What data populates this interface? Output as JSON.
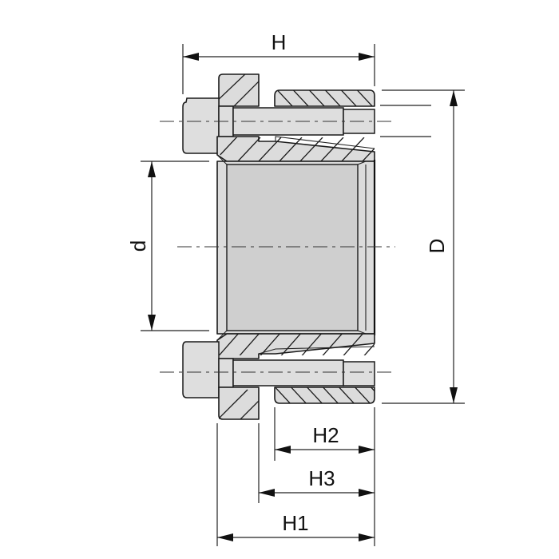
{
  "drawing": {
    "subject": "locking assembly cross-section",
    "colors": {
      "part_fill": "#dcdcdc",
      "bore_fill": "#cfcfcf",
      "line": "#1a1a1a",
      "background": "#ffffff"
    }
  },
  "dimensions": {
    "H": "H",
    "d": "d",
    "D": "D",
    "H1": "H1",
    "H2": "H2",
    "H3": "H3"
  }
}
